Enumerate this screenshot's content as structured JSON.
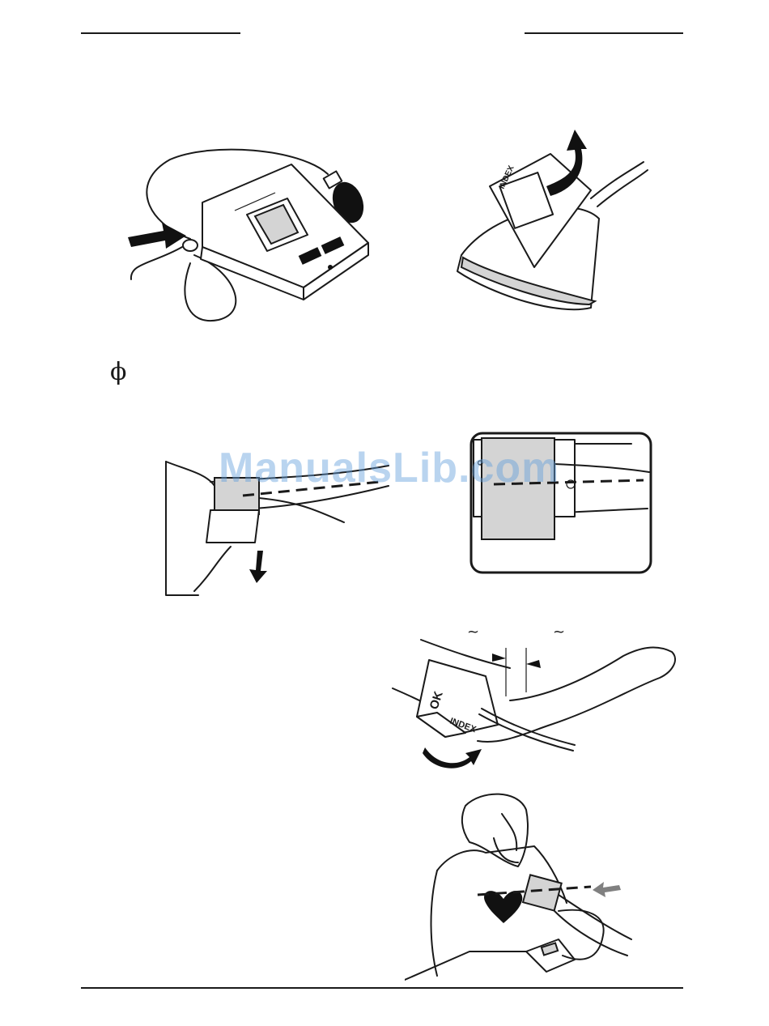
{
  "symbols": {
    "phi": "ϕ",
    "tilde": "~"
  },
  "figure_labels": {
    "cuff_index": "INDEX",
    "cuff_ok": "OK",
    "cuff_ok_short": "O",
    "cuff_phi": "ϕ"
  },
  "watermark": "ManualsLib.com",
  "colors": {
    "line": "#1a1a1a",
    "cuff_gray": "#d4d4d4",
    "arrow_gray": "#808080",
    "watermark": "#64a0dc"
  },
  "icons": [
    "arrow-right-icon",
    "curved-arrow-icon",
    "arrow-down-icon"
  ]
}
